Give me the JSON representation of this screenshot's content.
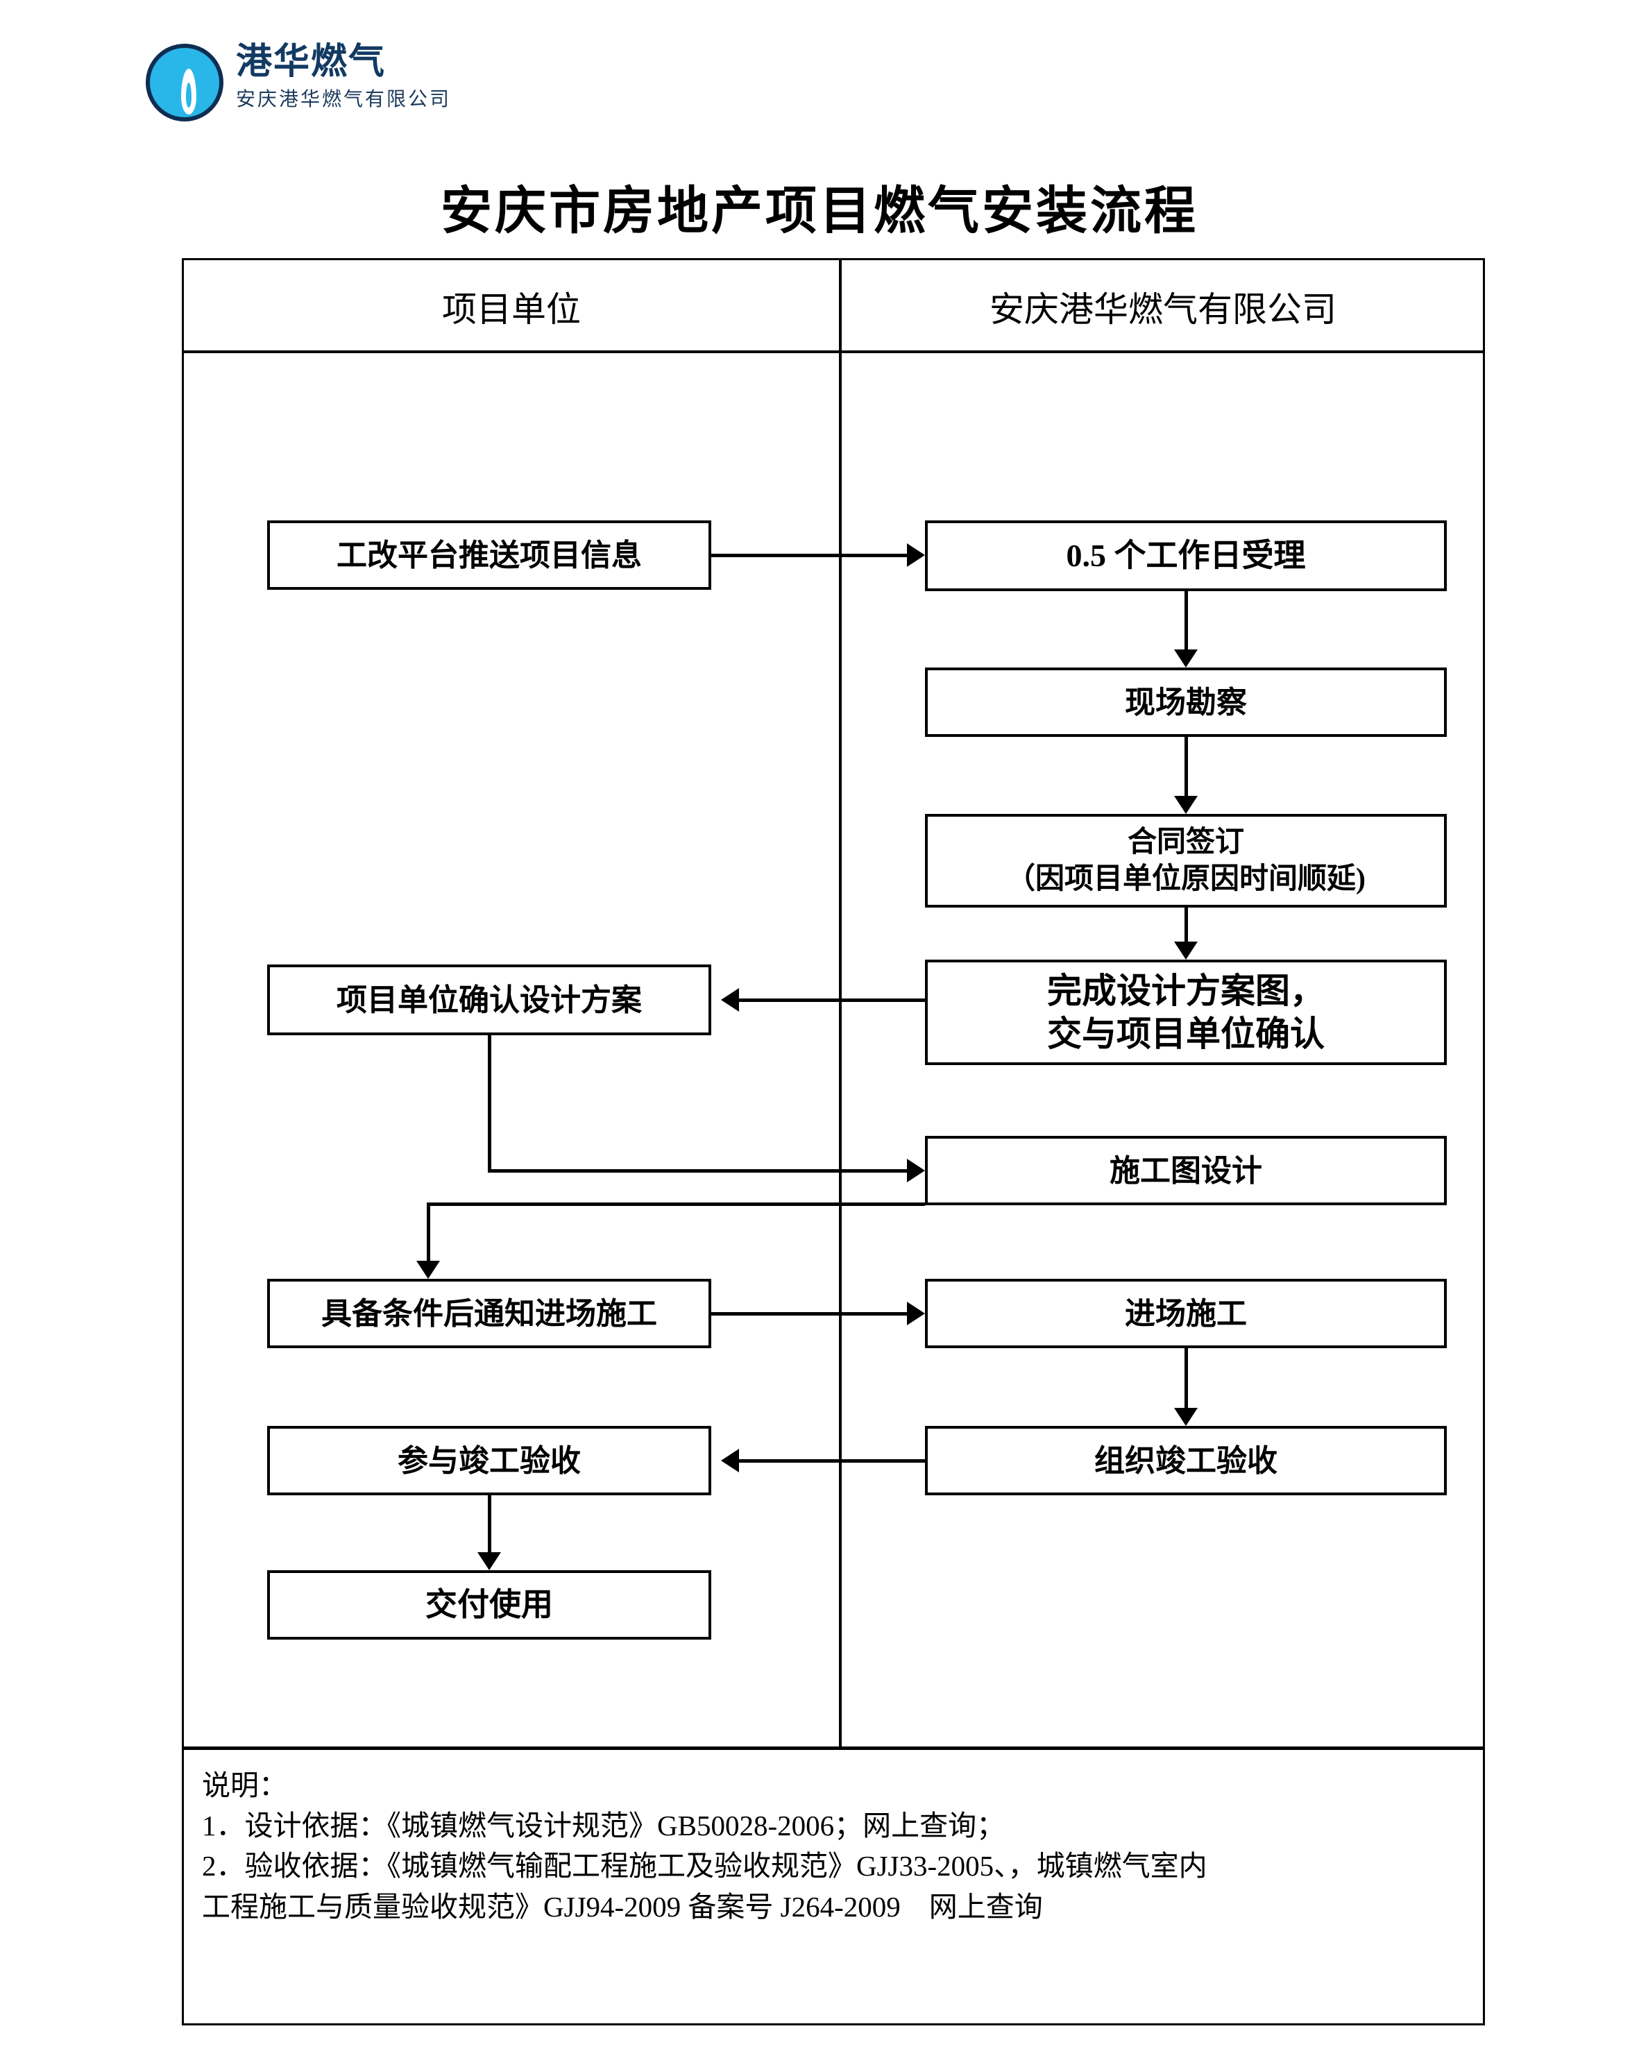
{
  "logo": {
    "brand_cn": "港华燃气",
    "company_cn": "安庆港华燃气有限公司",
    "mark_color": "#29b6e8",
    "text_color": "#123a63",
    "icon": "flame-in-circle-icon"
  },
  "title": "安庆市房地产项目燃气安装流程",
  "columns": {
    "left_header": "项目单位",
    "right_header": "安庆港华燃气有限公司"
  },
  "chart_data": {
    "type": "flowchart",
    "title": "安庆市房地产项目燃气安装流程",
    "lanes": [
      "项目单位",
      "安庆港华燃气有限公司"
    ],
    "nodes": [
      {
        "id": "n1",
        "lane": "项目单位",
        "label": "工改平台推送项目信息"
      },
      {
        "id": "n2",
        "lane": "安庆港华燃气有限公司",
        "label": "0.5 个工作日受理"
      },
      {
        "id": "n3",
        "lane": "安庆港华燃气有限公司",
        "label": "现场勘察"
      },
      {
        "id": "n4",
        "lane": "安庆港华燃气有限公司",
        "label": "合同签订\n（因项目单位原因时间顺延)"
      },
      {
        "id": "n5",
        "lane": "安庆港华燃气有限公司",
        "label": "完成设计方案图，\n交与项目单位确认"
      },
      {
        "id": "n6",
        "lane": "项目单位",
        "label": "项目单位确认设计方案"
      },
      {
        "id": "n7",
        "lane": "安庆港华燃气有限公司",
        "label": "施工图设计"
      },
      {
        "id": "n8",
        "lane": "项目单位",
        "label": "具备条件后通知进场施工"
      },
      {
        "id": "n9",
        "lane": "安庆港华燃气有限公司",
        "label": "进场施工"
      },
      {
        "id": "n10",
        "lane": "安庆港华燃气有限公司",
        "label": "组织竣工验收"
      },
      {
        "id": "n11",
        "lane": "项目单位",
        "label": "参与竣工验收"
      },
      {
        "id": "n12",
        "lane": "项目单位",
        "label": "交付使用"
      }
    ],
    "edges": [
      {
        "from": "n1",
        "to": "n2",
        "dir": "right"
      },
      {
        "from": "n2",
        "to": "n3",
        "dir": "down"
      },
      {
        "from": "n3",
        "to": "n4",
        "dir": "down"
      },
      {
        "from": "n4",
        "to": "n5",
        "dir": "down"
      },
      {
        "from": "n5",
        "to": "n6",
        "dir": "left"
      },
      {
        "from": "n6",
        "to": "n7",
        "dir": "right"
      },
      {
        "from": "n7",
        "to": "n8",
        "dir": "left-down"
      },
      {
        "from": "n8",
        "to": "n9",
        "dir": "right"
      },
      {
        "from": "n9",
        "to": "n10",
        "dir": "down"
      },
      {
        "from": "n10",
        "to": "n11",
        "dir": "left"
      },
      {
        "from": "n11",
        "to": "n12",
        "dir": "down"
      }
    ]
  },
  "nodes": {
    "n1": "工改平台推送项目信息",
    "n2": "0.5 个工作日受理",
    "n3": "现场勘察",
    "n4_line1": "合同签订",
    "n4_line2": "（因项目单位原因时间顺延)",
    "n5_line1": "完成设计方案图，",
    "n5_line2": "交与项目单位确认",
    "n6": "项目单位确认设计方案",
    "n7": "施工图设计",
    "n8": "具备条件后通知进场施工",
    "n9": "进场施工",
    "n10": "组织竣工验收",
    "n11": "参与竣工验收",
    "n12": "交付使用"
  },
  "notes": {
    "heading": "说明：",
    "line1": "1．设计依据：《城镇燃气设计规范》GB50028-2006；网上查询；",
    "line2": "2．验收依据：《城镇燃气输配工程施工及验收规范》GJJ33-2005、，城镇燃气室内",
    "line3": "工程施工与质量验收规范》GJJ94-2009 备案号 J264-2009　网上查询"
  }
}
